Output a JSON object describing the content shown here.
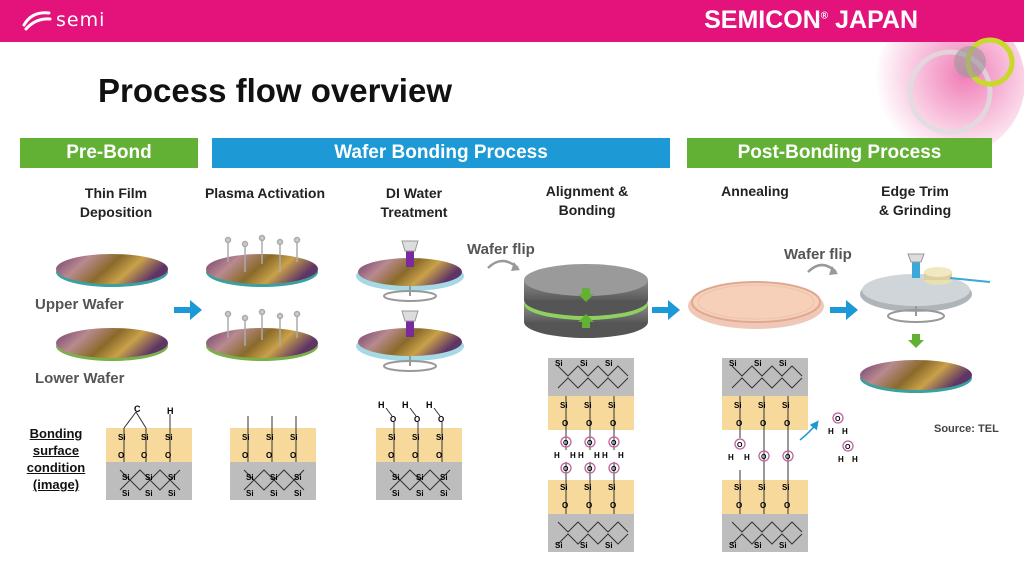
{
  "header": {
    "logo_text": "semi",
    "event_title": "SEMICON",
    "event_title_mark": "®",
    "event_title_suffix": "JAPAN"
  },
  "slide": {
    "title": "Process flow overview"
  },
  "categories": [
    {
      "label": "Pre-Bond",
      "color": "#63b134"
    },
    {
      "label": "Wafer Bonding Process",
      "color": "#1d9ad6"
    },
    {
      "label": "Post-Bonding Process",
      "color": "#63b134"
    }
  ],
  "steps": [
    {
      "line1": "Thin Film",
      "line2": "Deposition"
    },
    {
      "line1": "Plasma Activation",
      "line2": ""
    },
    {
      "line1": "DI Water",
      "line2": "Treatment"
    },
    {
      "line1": "Alignment &",
      "line2": "Bonding"
    },
    {
      "line1": "Annealing",
      "line2": ""
    },
    {
      "line1": "Edge Trim",
      "line2": "& Grinding"
    }
  ],
  "wafer_labels": {
    "upper": "Upper Wafer",
    "lower": "Lower Wafer"
  },
  "flip_labels": [
    "Wafer flip",
    "Wafer flip"
  ],
  "bonding_surface": {
    "line1": "Bonding",
    "line2": "surface",
    "line3": "condition",
    "line4": "(image)"
  },
  "chem": {
    "si": "Si",
    "o": "O",
    "h": "H",
    "c": "C"
  },
  "source": "Source: TEL",
  "colors": {
    "banner": "#e4127b",
    "green": "#63b134",
    "blue": "#1d9ad6",
    "oxide": "#f7d99b",
    "silicon": "#bdbdbd"
  }
}
